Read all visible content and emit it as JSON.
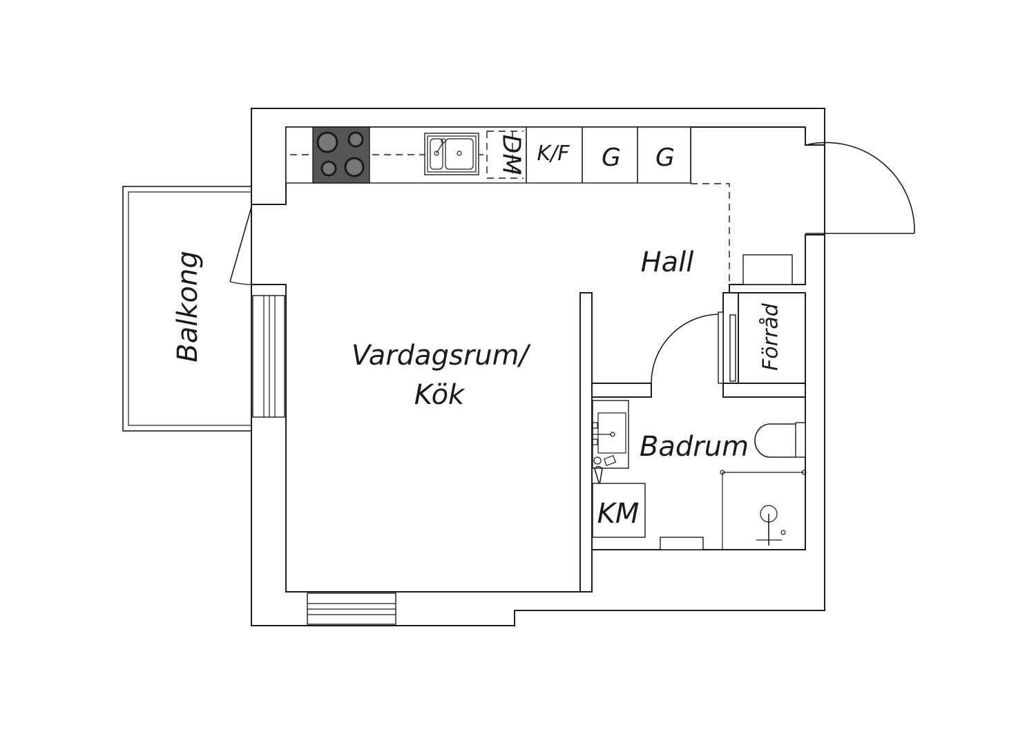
{
  "floor_plan": {
    "rooms": {
      "living_kitchen_line1": "Vardagsrum/",
      "living_kitchen_line2": "Kök",
      "hall": "Hall",
      "bathroom": "Badrum",
      "storage": "Förråd",
      "balcony": "Balkong"
    },
    "appliances": {
      "dishwasher": "DM",
      "fridge_freezer": "K/F",
      "wardrobe_1": "G",
      "wardrobe_2": "G",
      "washing_machine": "KM"
    },
    "colors": {
      "line": "#1a1a1a",
      "background": "#ffffff",
      "stove": "#555555"
    }
  }
}
